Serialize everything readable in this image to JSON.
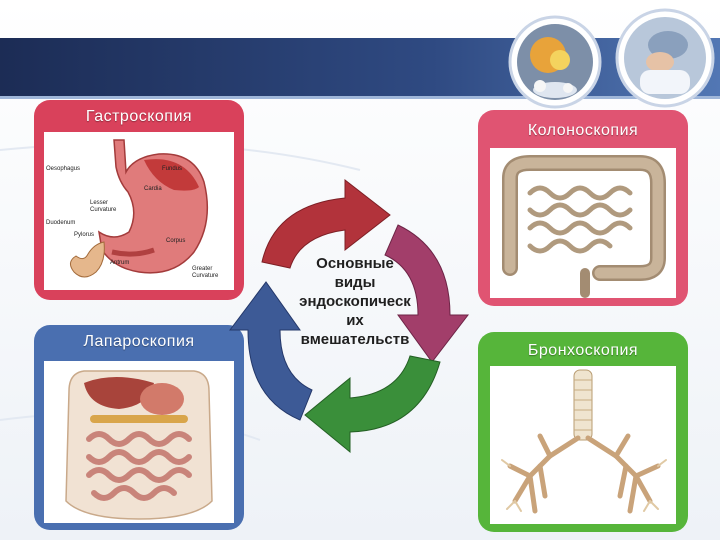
{
  "cards": {
    "gastro": {
      "title": "Гастроскопия",
      "color": "#d9415b"
    },
    "colono": {
      "title": "Колоноскопия",
      "color": "#e05472"
    },
    "laparo": {
      "title": "Лапароскопия",
      "color": "#4a6fb0"
    },
    "broncho": {
      "title": "Бронхоскопия",
      "color": "#56b53a"
    }
  },
  "stomach_labels": {
    "oesophagus": "Oesophagus",
    "fundus": "Fundus",
    "cardia": "Cardia",
    "lesser_curvature_1": "Lesser",
    "lesser_curvature_2": "Curvature",
    "duodenum": "Duodenum",
    "corpus": "Corpus",
    "pylorus": "Pylorus",
    "antrum": "Antrum",
    "greater_curvature_1": "Greater",
    "greater_curvature_2": "Curvature"
  },
  "center": {
    "lines": [
      "Основные",
      "виды",
      "эндоскопическ",
      "их",
      "вмешательств"
    ]
  },
  "colors": {
    "header_band": "#2a3f6e",
    "arrow_red": "#b2333b",
    "arrow_pink": "#a23e6a",
    "arrow_green": "#3a8f3a",
    "arrow_blue": "#3d5a96"
  }
}
